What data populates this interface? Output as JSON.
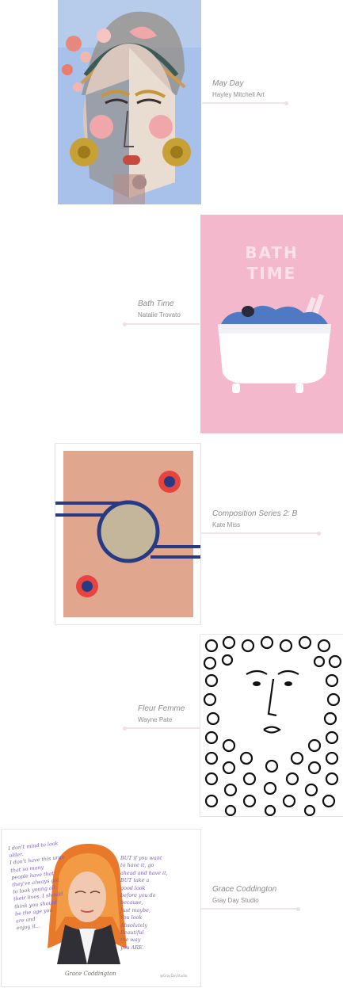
{
  "artworks": [
    {
      "title": "May Day",
      "artist": "Hayley Mitchell Art",
      "icon": "painted-face-artwork"
    },
    {
      "title": "Bath Time",
      "artist": "Natalie Trovato",
      "icon": "bathtub-artwork",
      "art_text": [
        "BATH",
        "TIME"
      ]
    },
    {
      "title": "Composition Series 2: B",
      "artist": "Kate Miss",
      "icon": "geometric-circles-artwork"
    },
    {
      "title": "Fleur Femme",
      "artist": "Wayne Pate",
      "icon": "flower-face-artwork"
    },
    {
      "title": "Grace Coddington",
      "artist": "Gray Day Studio",
      "icon": "portrait-quote-artwork",
      "quote_left": [
        "I don't mind to look older.",
        "I don't have this urge",
        "that so many",
        "people have that",
        "they've always got",
        "to look young all",
        "their lives. I should",
        "think you should",
        "be the age you",
        "are and",
        "enjoy it..."
      ],
      "quote_right": [
        "BUT if you want",
        "to have it, go",
        "ahead and have it,",
        "BUT take a",
        "good look",
        "before you do",
        "because,",
        "Just maybe,",
        "You look",
        "Absolutely",
        "Beautiful",
        "the way",
        "you ARE."
      ],
      "signature": "Grace Coddington",
      "watermark": "@GrayDayStudio"
    }
  ],
  "colors": {
    "caption_text": "#8b8b8b",
    "connector": "#f1e4e6",
    "bath_pink": "#f4b8cc",
    "composition_peach": "#e0a68e",
    "composition_navy": "#273b85",
    "composition_red": "#e8443f"
  }
}
